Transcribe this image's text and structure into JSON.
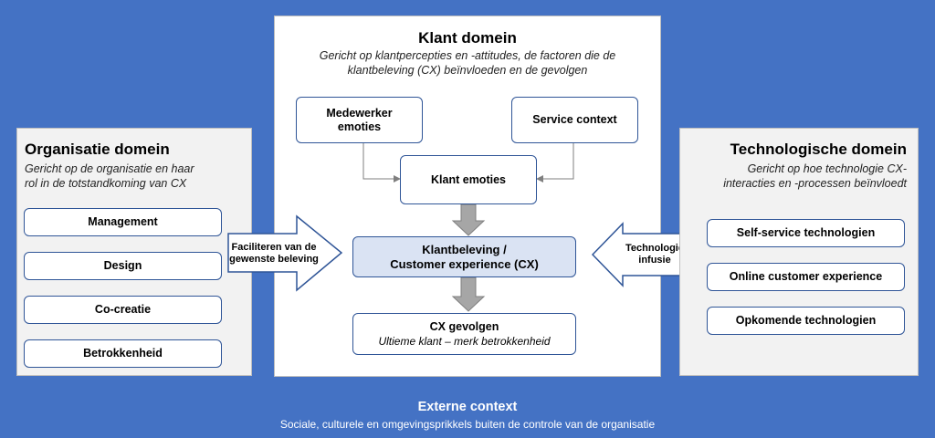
{
  "organisatie": {
    "title": "Organisatie domein",
    "subtitle_line1": "Gericht op de organisatie en haar",
    "subtitle_line2": "rol in de totstandkoming van CX",
    "items": [
      "Management",
      "Design",
      "Co-creatie",
      "Betrokkenheid"
    ]
  },
  "klant": {
    "title": "Klant domein",
    "subtitle_line1": "Gericht op klantpercepties en -attitudes, de factoren die de",
    "subtitle_line2": "klantbeleving (CX) beïnvloeden en de gevolgen",
    "medewerker_line1": "Medewerker",
    "medewerker_line2": "emoties",
    "service_context": "Service context",
    "klant_emoties": "Klant emoties",
    "cx_line1": "Klantbeleving /",
    "cx_line2": "Customer experience (CX)",
    "gevolgen_title": "CX gevolgen",
    "gevolgen_sub": "Ultieme klant – merk betrokkenheid"
  },
  "technologie": {
    "title": "Technologische domein",
    "subtitle_line1": "Gericht op hoe technologie CX-",
    "subtitle_line2": "interacties en -processen beïnvloedt",
    "items": [
      "Self-service technologien",
      "Online customer experience",
      "Opkomende technologien"
    ]
  },
  "arrows": {
    "left_line1": "Faciliteren van de",
    "left_line2": "gewenste beleving",
    "right_line1": "Technologie",
    "right_line2": "infusie"
  },
  "externe": {
    "title": "Externe context",
    "subtitle": "Sociale, culturele en omgevingsprikkels buiten de controle van de organisatie"
  },
  "colors": {
    "background": "#4472c4",
    "box_border": "#2f5597",
    "cx_fill": "#dae3f3",
    "panel_grey": "#f2f2f2",
    "arrow_grey": "#a6a6a6"
  }
}
